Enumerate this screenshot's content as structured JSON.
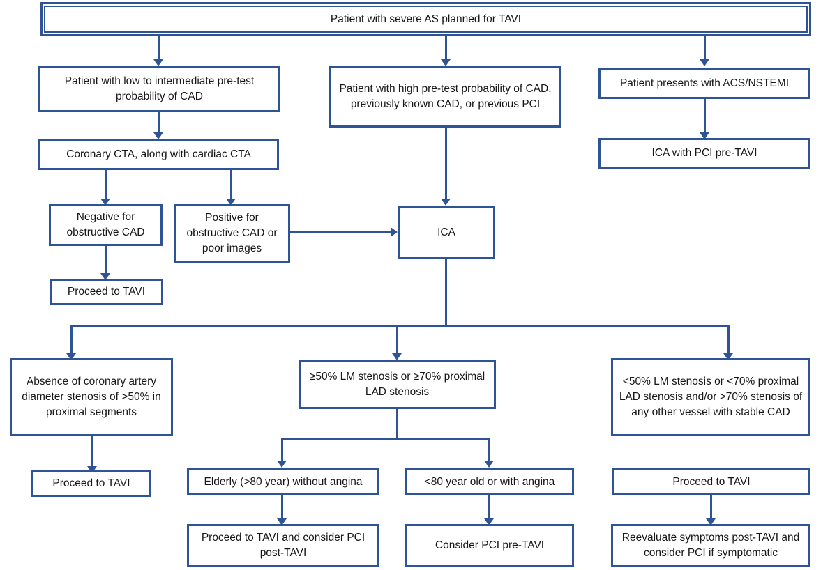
{
  "diagram": {
    "title": "TAVI coronary assessment flowchart",
    "accent_color": "#2E5496",
    "background_color": "#FFFFFF",
    "text_color": "#171717",
    "nodes": {
      "root": "Patient with severe AS planned for TAVI",
      "low_intermediate": "Patient with low to intermediate pre-test probability of CAD",
      "high_pretest": "Patient with high pre-test probability of CAD, previously known CAD, or previous PCI",
      "acs_nstemi": "Patient presents with ACS/NSTEMI",
      "coronary_cta": "Coronary CTA, along with cardiac CTA",
      "ica_pci_pre_tavi": "ICA with PCI pre-TAVI",
      "negative_cad": "Negative for obstructive CAD",
      "positive_cad": "Positive for obstructive CAD or poor images",
      "proceed_tavi_1": "Proceed to TAVI",
      "ica": "ICA",
      "absence_stenosis": "Absence of coronary artery diameter stenosis of >50% in proximal segments",
      "proceed_tavi_2": "Proceed to TAVI",
      "lm_50_or_lad_70": "≥50% LM stenosis or ≥70% proximal LAD stenosis",
      "lm_lt50_complex": "<50% LM stenosis or <70% proximal LAD stenosis and/or >70% stenosis of any other vessel with stable CAD",
      "elderly_no_angina": "Elderly (>80 year) without angina",
      "under80_or_angina": "<80 year old or with angina",
      "proceed_tavi_consider_pci_post": "Proceed to TAVI and consider PCI post-TAVI",
      "consider_pci_pre_tavi": "Consider PCI pre-TAVI",
      "proceed_tavi_3": "Proceed to TAVI",
      "reevaluate_symptoms": "Reevaluate symptoms post-TAVI and consider PCI if symptomatic"
    }
  },
  "chart_data": {
    "type": "diagram",
    "title": "Patient with severe AS planned for TAVI",
    "flow": [
      {
        "from": "root",
        "to": "low_intermediate"
      },
      {
        "from": "root",
        "to": "high_pretest"
      },
      {
        "from": "root",
        "to": "acs_nstemi"
      },
      {
        "from": "low_intermediate",
        "to": "coronary_cta"
      },
      {
        "from": "coronary_cta",
        "to": "negative_cad"
      },
      {
        "from": "coronary_cta",
        "to": "positive_cad"
      },
      {
        "from": "negative_cad",
        "to": "proceed_tavi_1"
      },
      {
        "from": "positive_cad",
        "to": "ica"
      },
      {
        "from": "high_pretest",
        "to": "ica"
      },
      {
        "from": "acs_nstemi",
        "to": "ica_pci_pre_tavi"
      },
      {
        "from": "ica",
        "to": "absence_stenosis"
      },
      {
        "from": "ica",
        "to": "lm_50_or_lad_70"
      },
      {
        "from": "ica",
        "to": "lm_lt50_complex"
      },
      {
        "from": "absence_stenosis",
        "to": "proceed_tavi_2"
      },
      {
        "from": "lm_50_or_lad_70",
        "to": "elderly_no_angina"
      },
      {
        "from": "lm_50_or_lad_70",
        "to": "under80_or_angina"
      },
      {
        "from": "elderly_no_angina",
        "to": "proceed_tavi_consider_pci_post"
      },
      {
        "from": "under80_or_angina",
        "to": "consider_pci_pre_tavi"
      },
      {
        "from": "lm_lt50_complex",
        "to": "proceed_tavi_3"
      },
      {
        "from": "proceed_tavi_3",
        "to": "reevaluate_symptoms"
      }
    ]
  }
}
